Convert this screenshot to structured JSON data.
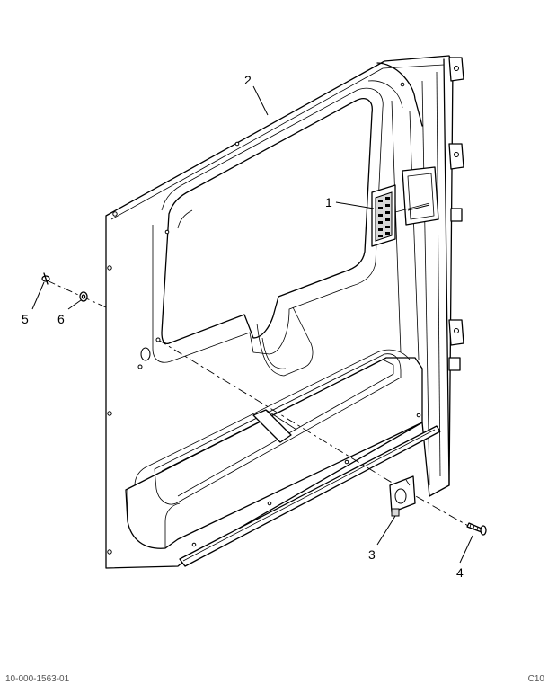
{
  "callouts": [
    {
      "id": "1",
      "label": "1"
    },
    {
      "id": "2",
      "label": "2"
    },
    {
      "id": "3",
      "label": "3"
    },
    {
      "id": "4",
      "label": "4"
    },
    {
      "id": "5",
      "label": "5"
    },
    {
      "id": "6",
      "label": "6"
    }
  ],
  "footer": {
    "left_code": "10-000-1563-01",
    "right_code": "C10"
  }
}
